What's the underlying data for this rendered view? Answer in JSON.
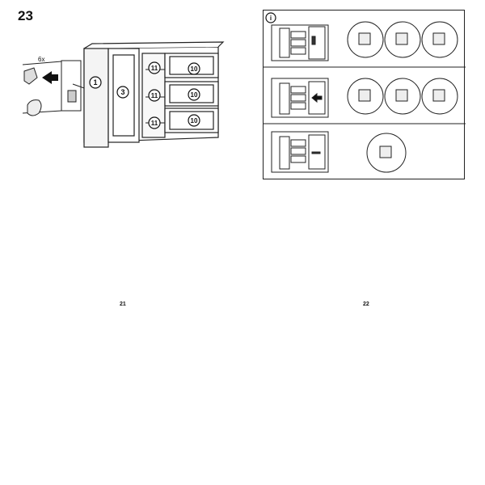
{
  "left_page": {
    "step_number": "23",
    "page_number": "21",
    "quantity_label": "6x",
    "callouts": [
      "1",
      "3",
      "11",
      "11",
      "11",
      "10",
      "10",
      "10"
    ]
  },
  "right_page": {
    "page_number": "22",
    "info_icon": "i"
  }
}
